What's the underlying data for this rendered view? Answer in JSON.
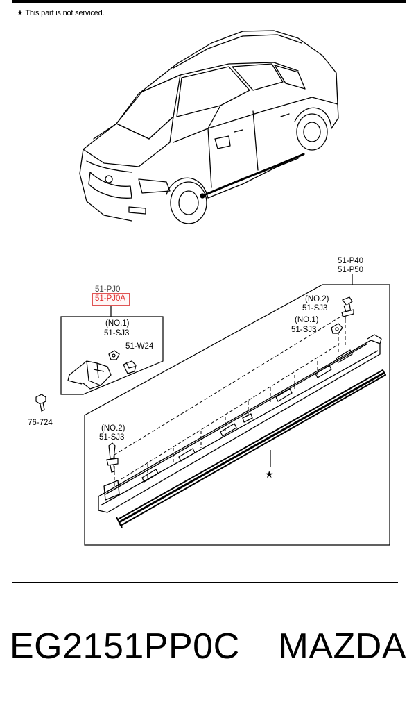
{
  "note": {
    "star": "★",
    "text": "This part is not serviced."
  },
  "labels": {
    "pj0": "51-PJ0",
    "pj0a": "51-PJ0A",
    "no1_a": "(NO.1)",
    "sj3_a": "51-SJ3",
    "w24": "51-W24",
    "p76_724": "76-724",
    "p40": "51-P40",
    "p50": "51-P50",
    "no2_b": "(NO.2)",
    "sj3_b": "51-SJ3",
    "no1_c": "(NO.1)",
    "sj3_c": "51-SJ3",
    "no2_d": "(NO.2)",
    "sj3_d": "51-SJ3",
    "star_mark": "★"
  },
  "footer": {
    "part_number": "EG2151PP0C",
    "brand": "MAZDA"
  }
}
